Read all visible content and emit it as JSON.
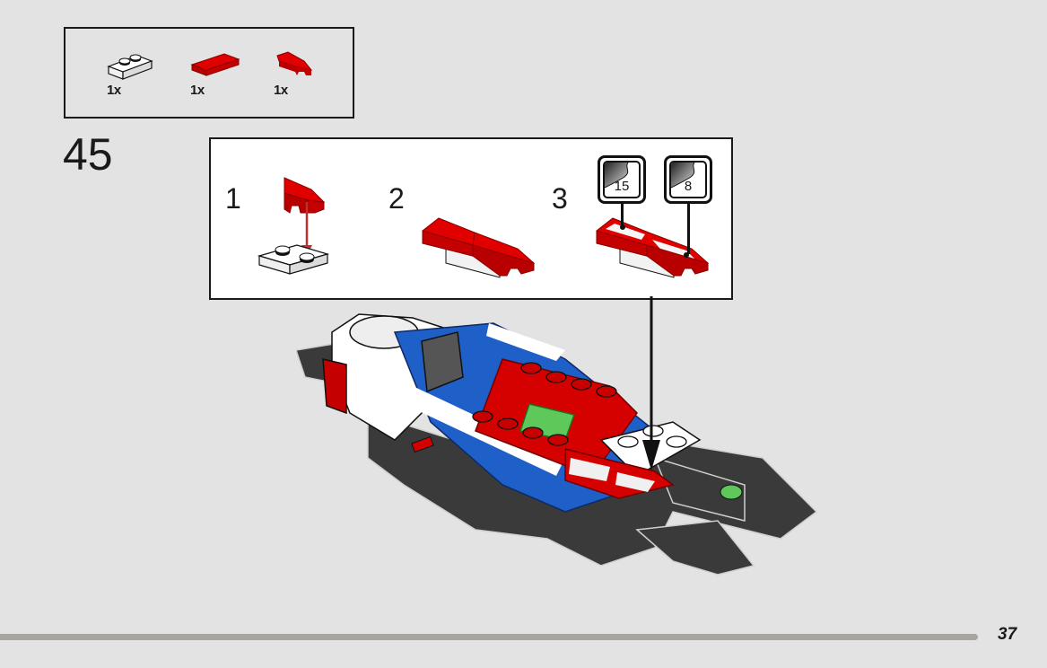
{
  "page": {
    "page_number": "37",
    "progress_bar_color": "#a8a5a0",
    "background_color": "#e3e3e3"
  },
  "parts_list": {
    "items": [
      {
        "name": "white-plate-1x2",
        "color": "#ffffff",
        "quantity": "1x"
      },
      {
        "name": "red-tile-1x2",
        "color": "#d50000",
        "quantity": "1x"
      },
      {
        "name": "red-wedge-slope",
        "color": "#d50000",
        "quantity": "1x"
      }
    ]
  },
  "step": {
    "number": "45",
    "sub_steps": [
      {
        "label": "1"
      },
      {
        "label": "2"
      },
      {
        "label": "3"
      }
    ],
    "stickers": [
      {
        "number": "15"
      },
      {
        "number": "8"
      }
    ]
  },
  "colors": {
    "lego_red": "#d50000",
    "lego_blue": "#1f5fc8",
    "lego_dark_gray": "#3a3a3a",
    "lego_green": "#5ec85a",
    "outline": "#111111"
  }
}
